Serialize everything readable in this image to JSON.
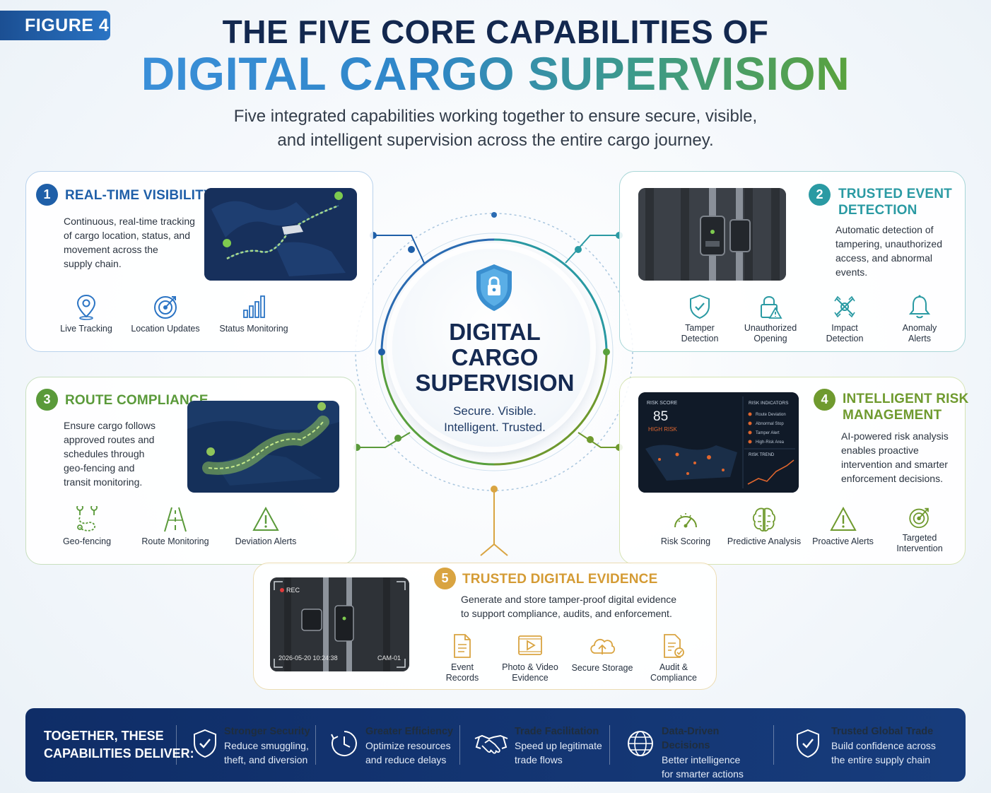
{
  "figure_label": "FIGURE 4",
  "header": {
    "title_line1": "THE FIVE CORE CAPABILITIES OF",
    "title_line2": "DIGITAL CARGO SUPERVISION",
    "subtitle_line1": "Five integrated capabilities working together to ensure secure, visible,",
    "subtitle_line2": "and intelligent supervision across the entire cargo journey."
  },
  "center": {
    "title_l1": "DIGITAL",
    "title_l2": "CARGO",
    "title_l3": "SUPERVISION",
    "tagline_l1": "Secure. Visible.",
    "tagline_l2": "Intelligent. Trusted."
  },
  "capabilities": [
    {
      "number": "1",
      "title": "REAL-TIME VISIBILITY",
      "color": "#1f5fa8",
      "desc": [
        "Continuous, real-time tracking",
        "of cargo location, status, and",
        "movement across the",
        "supply chain."
      ],
      "features": [
        {
          "icon": "map-pin-icon",
          "label_l1": "Live Tracking",
          "label_l2": ""
        },
        {
          "icon": "target-icon",
          "label_l1": "Location Updates",
          "label_l2": ""
        },
        {
          "icon": "bar-chart-icon",
          "label_l1": "Status Monitoring",
          "label_l2": ""
        }
      ]
    },
    {
      "number": "2",
      "title_l1": "TRUSTED EVENT",
      "title_l2": "DETECTION",
      "color": "#2a9aa3",
      "desc": [
        "Automatic detection of",
        "tampering, unauthorized",
        "access, and abnormal",
        "events."
      ],
      "features": [
        {
          "icon": "shield-check-icon",
          "label_l1": "Tamper",
          "label_l2": "Detection"
        },
        {
          "icon": "lock-warning-icon",
          "label_l1": "Unauthorized",
          "label_l2": "Opening"
        },
        {
          "icon": "impact-icon",
          "label_l1": "Impact",
          "label_l2": "Detection"
        },
        {
          "icon": "bell-icon",
          "label_l1": "Anomaly",
          "label_l2": "Alerts"
        }
      ]
    },
    {
      "number": "3",
      "title": "ROUTE COMPLIANCE",
      "color": "#5a9a3a",
      "desc": [
        "Ensure cargo follows",
        "approved routes and",
        "schedules through",
        "geo-fencing and",
        "transit monitoring."
      ],
      "features": [
        {
          "icon": "geofence-icon",
          "label_l1": "Geo-fencing",
          "label_l2": ""
        },
        {
          "icon": "road-icon",
          "label_l1": "Route Monitoring",
          "label_l2": ""
        },
        {
          "icon": "warning-triangle-icon",
          "label_l1": "Deviation Alerts",
          "label_l2": ""
        }
      ]
    },
    {
      "number": "4",
      "title_l1": "INTELLIGENT RISK",
      "title_l2": "MANAGEMENT",
      "color": "#6f9a2e",
      "desc": [
        "AI-powered risk analysis",
        "enables proactive",
        "intervention and smarter",
        "enforcement decisions."
      ],
      "features": [
        {
          "icon": "gauge-icon",
          "label_l1": "Risk Scoring",
          "label_l2": ""
        },
        {
          "icon": "brain-icon",
          "label_l1": "Predictive Analysis",
          "label_l2": ""
        },
        {
          "icon": "warning-triangle-icon",
          "label_l1": "Proactive Alerts",
          "label_l2": ""
        },
        {
          "icon": "target-icon",
          "label_l1": "Targeted",
          "label_l2": "Intervention"
        }
      ],
      "dashboard": {
        "risk_score_label": "RISK SCORE",
        "risk_score_value": "85",
        "risk_level": "HIGH RISK",
        "indicators_label": "RISK INDICATORS",
        "indicators": [
          "Route Deviation",
          "Abnormal Stop",
          "Tamper Alert",
          "High-Risk Area"
        ],
        "trend_label": "RISK TREND"
      }
    },
    {
      "number": "5",
      "title": "TRUSTED DIGITAL EVIDENCE",
      "color": "#d9a441",
      "desc": [
        "Generate and store tamper-proof digital evidence",
        "to support compliance, audits, and enforcement."
      ],
      "features": [
        {
          "icon": "document-icon",
          "label_l1": "Event",
          "label_l2": "Records"
        },
        {
          "icon": "video-icon",
          "label_l1": "Photo & Video",
          "label_l2": "Evidence"
        },
        {
          "icon": "cloud-upload-icon",
          "label_l1": "Secure Storage",
          "label_l2": ""
        },
        {
          "icon": "audit-icon",
          "label_l1": "Audit &",
          "label_l2": "Compliance"
        }
      ],
      "camera": {
        "rec": "REC",
        "timestamp": "2026-05-20 10:24:38",
        "cam_id": "CAM-01"
      }
    }
  ],
  "banner": {
    "lead_l1": "TOGETHER, THESE",
    "lead_l2": "CAPABILITIES DELIVER:",
    "benefits": [
      {
        "icon": "shield-check-icon",
        "title": "Stronger Security",
        "text_l1": "Reduce smuggling,",
        "text_l2": "theft, and diversion"
      },
      {
        "icon": "clock-icon",
        "title": "Greater Efficiency",
        "text_l1": "Optimize resources",
        "text_l2": "and reduce delays"
      },
      {
        "icon": "handshake-icon",
        "title": "Trade Facilitation",
        "text_l1": "Speed up legitimate",
        "text_l2": "trade flows"
      },
      {
        "icon": "globe-icon",
        "title": "Data-Driven Decisions",
        "text_l1": "Better intelligence",
        "text_l2": "for smarter actions"
      },
      {
        "icon": "shield-check-icon",
        "title": "Trusted Global Trade",
        "text_l1": "Build confidence across",
        "text_l2": "the entire supply chain"
      }
    ]
  },
  "colors": {
    "navy": "#13284f",
    "blue": "#1f5fa8",
    "teal": "#2a9aa3",
    "green": "#5a9a3a",
    "olive": "#6f9a2e",
    "gold": "#d9a441",
    "banner": "#0f2d67"
  }
}
